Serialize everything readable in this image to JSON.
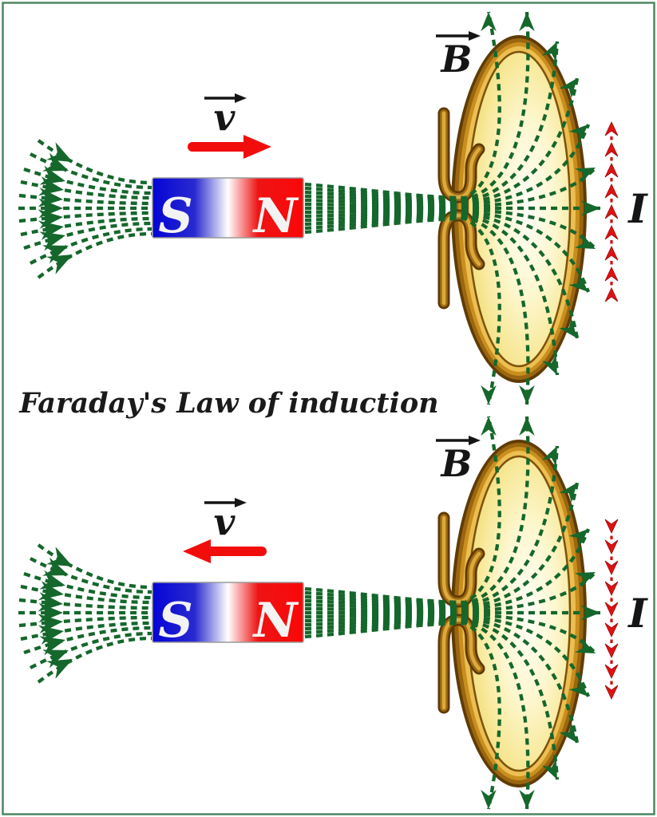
{
  "title": "Faraday's Law of induction",
  "labels": {
    "velocity": "v",
    "field": "B",
    "current": "I",
    "south": "S",
    "north": "N"
  },
  "colors": {
    "border": "#4e8762",
    "field_line": "#15672c",
    "magnet_blue": "#0404d6",
    "magnet_red": "#fb0707",
    "pole_text": "#f3f3f3",
    "coil_dark": "#5f3c06",
    "coil_gold": "#c98f1e",
    "coil_fill": "#fbf3bc",
    "arrow_red": "#f20d0d",
    "label_black": "#151515"
  },
  "panels": [
    {
      "name": "magnet-moving-right",
      "velocity_direction": "right",
      "induced_current_direction": "up"
    },
    {
      "name": "magnet-moving-left",
      "velocity_direction": "left",
      "induced_current_direction": "down"
    }
  ]
}
